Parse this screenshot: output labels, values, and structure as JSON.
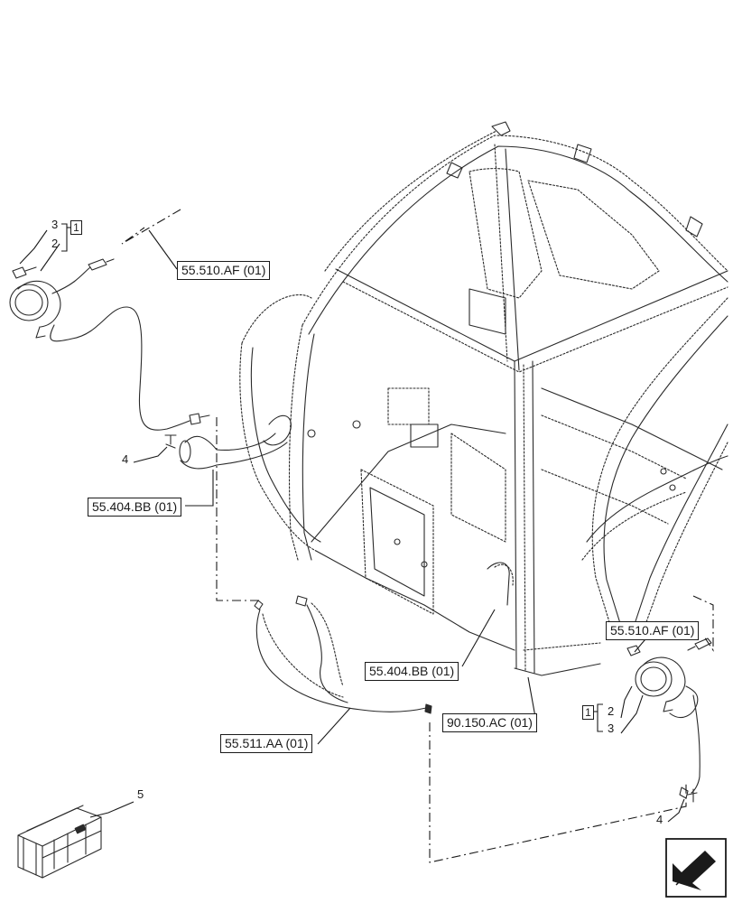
{
  "references": {
    "light_upper_left": "55.510.AF (01)",
    "hose_left": "55.404.BB (01)",
    "hose_center": "55.404.BB (01)",
    "harness": "55.511.AA (01)",
    "cab_frame": "90.150.AC (01)",
    "light_right": "55.510.AF (01)"
  },
  "callouts": {
    "left_light": {
      "item_a": "3",
      "item_b": "2",
      "group": "1"
    },
    "right_light": {
      "group": "1",
      "item_a": "2",
      "item_b": "3"
    },
    "clip_left": "4",
    "clip_right": "4",
    "kit": "5"
  },
  "colors": {
    "line": "#1a1a1a",
    "background": "#ffffff"
  },
  "icons": {
    "navigation": "arrow-next-icon",
    "kit": "crate-icon"
  }
}
